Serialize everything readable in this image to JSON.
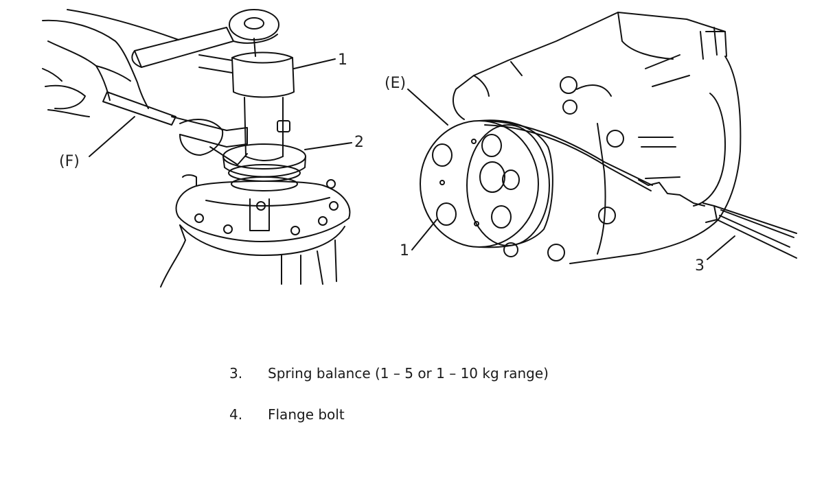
{
  "left_figure": {
    "callouts": {
      "one": "1",
      "two": "2",
      "f": "(F)"
    }
  },
  "right_figure": {
    "callouts": {
      "e": "(E)",
      "one": "1",
      "three": "3"
    }
  },
  "legend": [
    {
      "number": "3.",
      "text": "Spring balance (1 – 5 or 1 – 10 kg range)"
    },
    {
      "number": "4.",
      "text": "Flange bolt"
    }
  ]
}
